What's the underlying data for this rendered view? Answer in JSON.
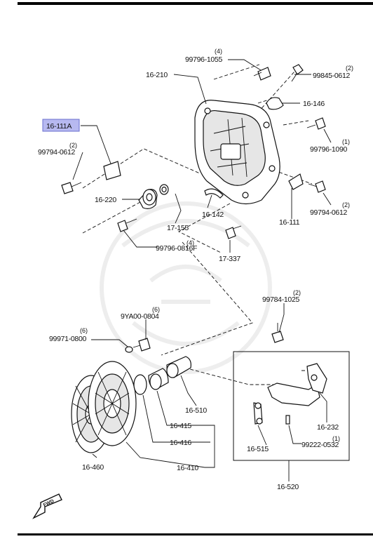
{
  "labels": {
    "l_99796_1055": "99796-1055",
    "q_99796_1055": "(4)",
    "l_99845_0612": "99845-0612",
    "q_99845_0612": "(2)",
    "l_16_210": "16-210",
    "l_16_146": "16-146",
    "l_16_111A": "16-111A",
    "l_99794_0612_left": "99794-0612",
    "q_99794_0612_left": "(2)",
    "l_99796_1090": "99796-1090",
    "q_99796_1090": "(1)",
    "l_16_220": "16-220",
    "l_16_142": "16-142",
    "l_99794_0612_right": "99794-0612",
    "q_99794_0612_right": "(2)",
    "l_17_155": "17-155",
    "l_16_111": "16-111",
    "l_99796_0816F": "99796-0816F",
    "q_99796_0816F": "(4)",
    "l_17_337": "17-337",
    "l_99784_1025": "99784-1025",
    "q_99784_1025": "(2)",
    "l_9YA00_0804": "9YA00-0804",
    "q_9YA00_0804": "(6)",
    "l_99971_0800": "99971-0800",
    "q_99971_0800": "(6)",
    "l_16_510": "16-510",
    "l_16_232": "16-232",
    "l_16_415": "16-415",
    "l_16_515": "16-515",
    "l_99222_0532": "99222-0532",
    "q_99222_0532": "(1)",
    "l_16_416": "16-416",
    "l_16_460": "16-460",
    "l_16_410": "16-410",
    "l_16_520": "16-520",
    "fwd": "FWD"
  },
  "colors": {
    "highlight_fill": "#b7b9f0",
    "highlight_stroke": "#6a6fcf",
    "ink": "#111111"
  }
}
